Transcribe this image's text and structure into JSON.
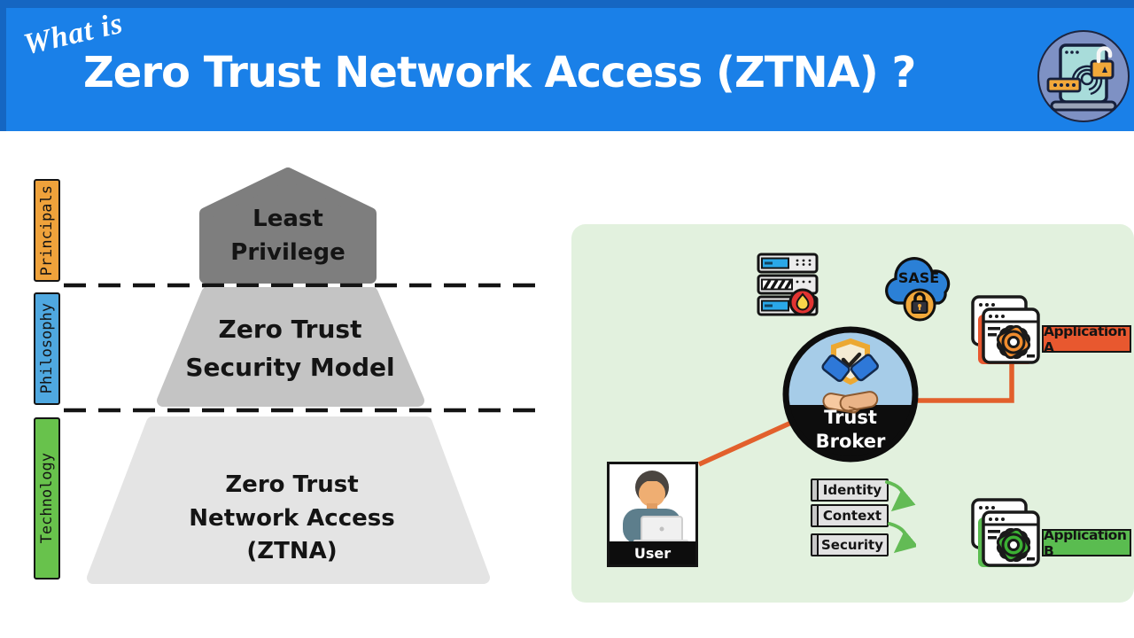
{
  "banner": {
    "pre_title": "What is",
    "title": "Zero Trust Network Access (ZTNA) ?",
    "colors": {
      "bg": "#1a80e8",
      "edge": "#1566c2",
      "text": "#ffffff"
    },
    "icon": "secure-laptop-fingerprint-lock-icon"
  },
  "pyramid": {
    "side_labels": [
      {
        "text": "Principals",
        "color": "#efa23b"
      },
      {
        "text": "Philosophy",
        "color": "#4fa8e0"
      },
      {
        "text": "Technology",
        "color": "#68c24c"
      }
    ],
    "tiers": [
      {
        "lines": [
          "Least",
          "Privilege"
        ],
        "shape": "house",
        "shape_color": "#7e7e7e"
      },
      {
        "lines": [
          "Zero Trust",
          "Security Model"
        ],
        "shape": "trapezoid",
        "shape_color": "#c4c4c4"
      },
      {
        "lines": [
          "Zero Trust",
          "Network Access",
          "(ZTNA)"
        ],
        "shape": "trapezoid",
        "shape_color": "#e4e4e4"
      }
    ]
  },
  "diagram": {
    "panel_color": "#e2f1de",
    "connector_color": "#e2602c",
    "sase_label": "SASE",
    "trust_broker": {
      "line1": "Trust",
      "line2": "Broker"
    },
    "user_label": "User",
    "policy_boxes": [
      "Identity",
      "Context",
      "Security"
    ],
    "applications": [
      {
        "label": "Application A",
        "color": "#e8582f"
      },
      {
        "label": "Application B",
        "color": "#5abc50"
      }
    ],
    "icons": [
      "firewall-server-icon",
      "sase-cloud-lock-icon",
      "shield-handshake-icon",
      "user-laptop-icon",
      "app-window-gear-icon"
    ]
  }
}
